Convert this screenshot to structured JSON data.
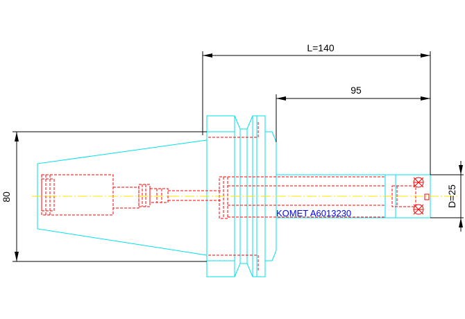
{
  "dimensions": {
    "length_label": "L=140",
    "reach_label": "95",
    "flange_label": "80",
    "diameter_label": "D=25"
  },
  "part_label": "KOMET A6013230",
  "colors": {
    "outline": "#00e0ee",
    "hidden": "#ff0000",
    "centerline": "#ffe000",
    "dimension": "#000000",
    "label": "#0000ff"
  }
}
